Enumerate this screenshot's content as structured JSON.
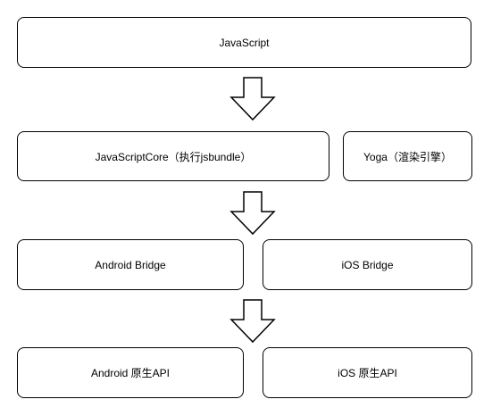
{
  "diagram": {
    "layers": [
      {
        "boxes": [
          {
            "label": "JavaScript"
          }
        ]
      },
      {
        "boxes": [
          {
            "label": "JavaScriptCore（执行jsbundle）"
          },
          {
            "label": "Yoga（渲染引擎）"
          }
        ]
      },
      {
        "boxes": [
          {
            "label": "Android Bridge"
          },
          {
            "label": "iOS Bridge"
          }
        ]
      },
      {
        "boxes": [
          {
            "label": "Android 原生API"
          },
          {
            "label": "iOS 原生API"
          }
        ]
      }
    ],
    "arrow_style": "hollow-down-arrow",
    "colors": {
      "stroke": "#000000",
      "fill": "#ffffff",
      "text": "#000000"
    }
  }
}
